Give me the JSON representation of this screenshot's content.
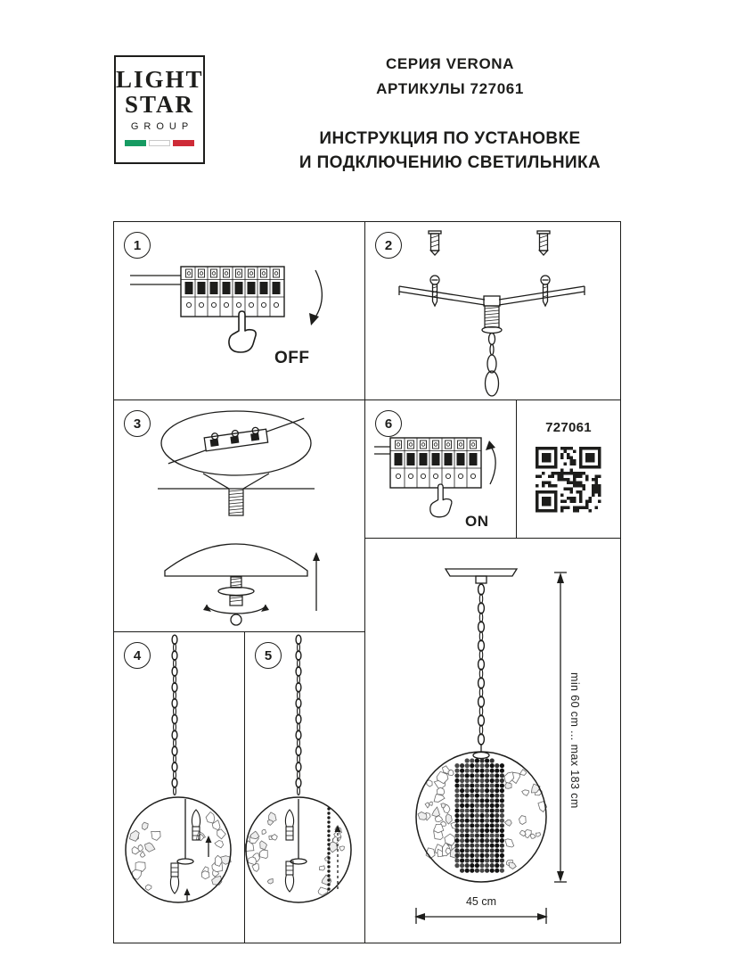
{
  "logo": {
    "word1": "LIGHT",
    "word2": "STAR",
    "word3": "GROUP"
  },
  "header": {
    "series": "СЕРИЯ VERONA",
    "articles": "АРТИКУЛЫ 727061",
    "title_line1": "ИНСТРУКЦИЯ ПО УСТАНОВКЕ",
    "title_line2": "И ПОДКЛЮЧЕНИЮ СВЕТИЛЬНИКА"
  },
  "steps": {
    "s1": {
      "number": "1",
      "label": "OFF"
    },
    "s2": {
      "number": "2"
    },
    "s3": {
      "number": "3"
    },
    "s4": {
      "number": "4"
    },
    "s5": {
      "number": "5"
    },
    "s6": {
      "number": "6",
      "label": "ON"
    }
  },
  "product": {
    "article": "727061",
    "height_range": "min 60 cm ... max 183 cm",
    "diameter": "45 cm"
  },
  "colors": {
    "ink": "#1d1d1b",
    "flag_green": "#169b62",
    "flag_white": "#ffffff",
    "flag_red": "#ce2b37"
  }
}
